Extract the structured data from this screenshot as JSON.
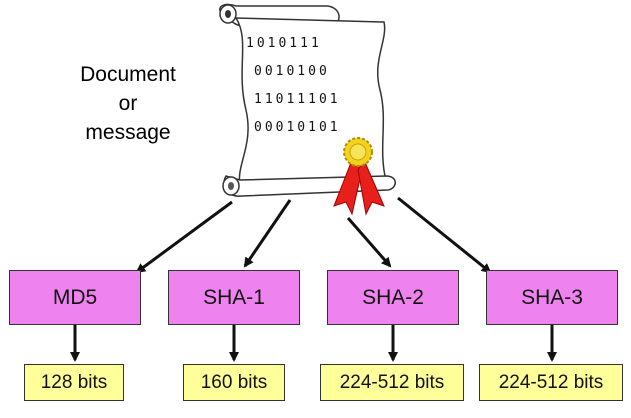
{
  "document": {
    "caption_lines": [
      "Document",
      "or",
      "message"
    ],
    "binary_lines": [
      "1010111",
      "0010100",
      "11011101",
      "00010101"
    ]
  },
  "algorithms": [
    {
      "name": "MD5",
      "output": "128 bits"
    },
    {
      "name": "SHA-1",
      "output": "160 bits"
    },
    {
      "name": "SHA-2",
      "output": "224-512 bits"
    },
    {
      "name": "SHA-3",
      "output": "224-512 bits"
    }
  ],
  "colors": {
    "algorithm_box": "#ee82ee",
    "output_box": "#ffff99",
    "ribbon": "#e8201c",
    "seal": "#f2d21f",
    "arrow": "#111111"
  }
}
